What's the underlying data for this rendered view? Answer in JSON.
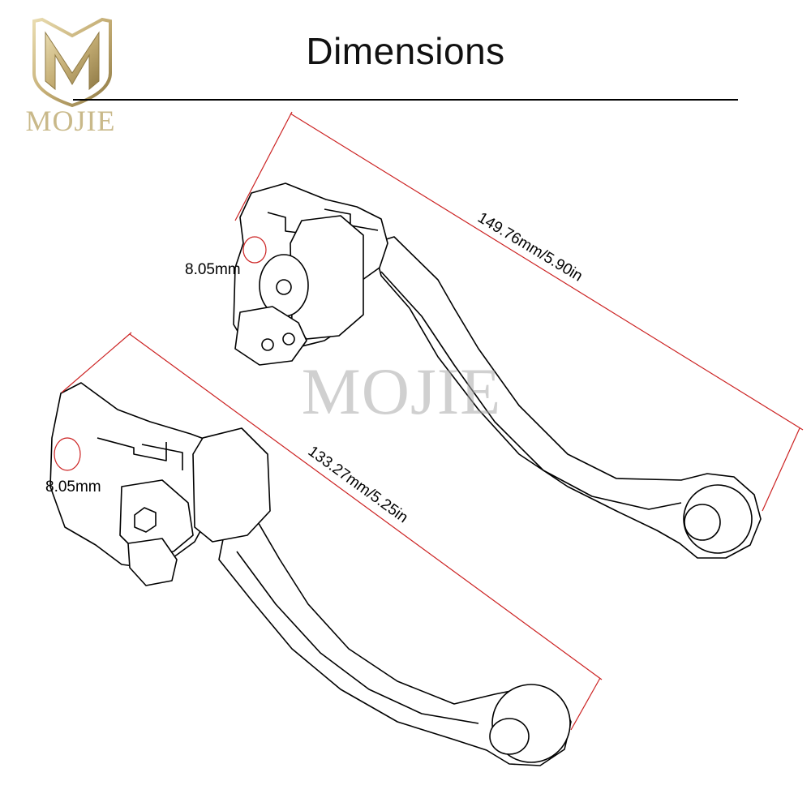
{
  "brand": {
    "logo_text": "MOJIE",
    "watermark": "MOJIE",
    "logo_color": "#c9b98a"
  },
  "header": {
    "title": "Dimensions"
  },
  "levers": [
    {
      "length_label": "149.76mm/5.90in",
      "hole_label": "8.05mm"
    },
    {
      "length_label": "133.27mm/5.25in",
      "hole_label": "8.05mm"
    }
  ],
  "colors": {
    "outline": "#000000",
    "dimension_line": "#cc2222"
  }
}
